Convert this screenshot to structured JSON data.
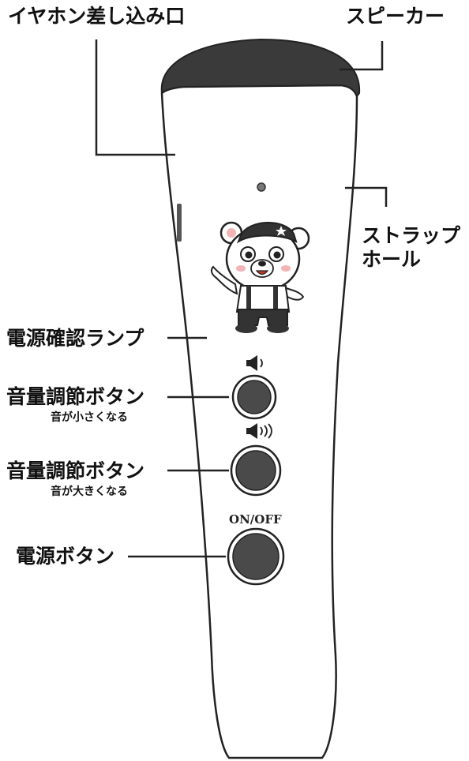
{
  "labels": {
    "earphone_jack": "イヤホン差し込み口",
    "speaker": "スピーカー",
    "strap_hole_line1": "ストラップ",
    "strap_hole_line2": "ホール",
    "power_lamp": "電源確認ランプ",
    "volume_down": "音量調節ボタン",
    "volume_down_note": "音が小さくなる",
    "volume_up": "音量調節ボタン",
    "volume_up_note": "音が大きくなる",
    "power_button": "電源ボタン"
  },
  "device": {
    "power_switch_text": "ON/OFF",
    "volume_down_icon": "speaker-low-icon",
    "volume_up_icon": "speaker-high-icon",
    "mascot": "bear-mascot"
  },
  "colors": {
    "speaker_grille": "#3a3a3a",
    "button": "#4a4a4a",
    "outline": "#222222"
  }
}
